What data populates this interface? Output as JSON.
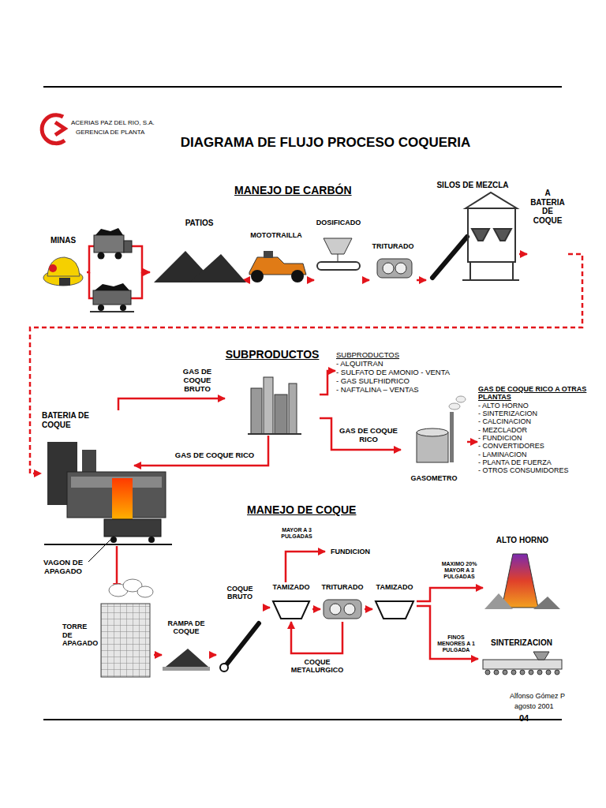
{
  "diagram": {
    "title": "DIAGRAMA DE FLUJO PROCESO COQUERIA",
    "nodes": [
      {
        "text": [
          "MINAS"
        ]
      },
      {
        "text": [
          "PATIOS"
        ]
      },
      {
        "text": [
          "MOTOTRAILLA"
        ]
      },
      {
        "text": [
          "DOSIFICADO"
        ]
      },
      {
        "text": [
          "TRITURADO"
        ]
      },
      {
        "text": [
          "SILOS DE MEZCLA"
        ]
      },
      {
        "text": [
          "A BATERIA DE COQUE"
        ]
      },
      {
        "text": [
          "BATERIA DE COQUE"
        ]
      },
      {
        "text": [
          "SUBPRODUCTOS"
        ]
      },
      {
        "text": [
          "SUBPRODUCTOS",
          "- ALQUITRAN",
          "- SULFATO DE AMONIO - VENTA",
          "- GAS SULFHIDRICO",
          "- NAFTALINA – VENTAS"
        ]
      },
      {
        "text": [
          "GASOMETRO"
        ]
      },
      {
        "text": [
          "GAS DE COQUE RICO A OTRAS PLANTAS",
          "- ALTO HORNO",
          "- SINTERIZACION",
          "- CALCINACION",
          "- MEZCLADOR",
          "- FUNDICION",
          "- CONVERTIDORES",
          "- LAMINACION",
          "- PLANTA DE FUERZA",
          "- OTROS CONSUMIDORES"
        ]
      },
      {
        "text": [
          "TORRE DE APAGADO"
        ]
      },
      {
        "text": [
          "RAMPA DE COQUE"
        ]
      },
      {
        "text": [
          "COQUE BRUTO"
        ]
      },
      {
        "text": [
          "TAMIZADO"
        ]
      },
      {
        "text": [
          "FUNDICION"
        ]
      },
      {
        "text": [
          "TRITURADO"
        ]
      },
      {
        "text": [
          "TAMIZADO"
        ]
      },
      {
        "text": [
          "ALTO HORNO"
        ]
      },
      {
        "text": [
          "SINTERIZACION"
        ]
      }
    ],
    "edges": [
      {
        "from": 0,
        "to": 1,
        "arrow": "to"
      },
      {
        "from": 1,
        "to": 2,
        "arrow": "to"
      },
      {
        "from": 2,
        "to": 3,
        "arrow": "to"
      },
      {
        "from": 3,
        "to": 4,
        "arrow": "to"
      },
      {
        "from": 4,
        "to": 5,
        "arrow": "to"
      },
      {
        "from": 5,
        "to": 6,
        "arrow": "to"
      },
      {
        "from": 6,
        "to": 7,
        "arrow": "to"
      },
      {
        "from": 7,
        "to": 8,
        "label": "GAS DE COQUE BRUTO",
        "arrow": "to"
      },
      {
        "from": 8,
        "to": 9,
        "arrow": "to"
      },
      {
        "from": 8,
        "to": 7,
        "label": "GAS DE COQUE RICO",
        "arrow": "to"
      },
      {
        "from": 8,
        "to": 10,
        "label": "GAS DE COQUE RICO",
        "arrow": "to"
      },
      {
        "from": 10,
        "to": 11,
        "arrow": "to"
      },
      {
        "from": 7,
        "to": 12,
        "arrow": "to"
      },
      {
        "from": 12,
        "to": 13,
        "arrow": "to"
      },
      {
        "from": 13,
        "to": 14,
        "arrow": "to"
      },
      {
        "from": 14,
        "to": 15,
        "arrow": "to"
      },
      {
        "from": 15,
        "to": 16,
        "label": "MAYOR A 3 PULGADAS",
        "arrow": "to"
      },
      {
        "from": 15,
        "to": 17,
        "arrow": "to"
      },
      {
        "from": 17,
        "to": 18,
        "arrow": "to"
      },
      {
        "from": 17,
        "to": 15,
        "label": "COQUE METALURGICO",
        "arrow": "to"
      },
      {
        "from": 18,
        "to": 19,
        "label": "MAXIMO 20% MAYOR A 3 PULGADAS",
        "arrow": "to"
      },
      {
        "from": 18,
        "to": 20,
        "label": "FINOS MENORES A 1 PULGADA",
        "arrow": "to"
      }
    ],
    "labels": [
      "ACERIAS PAZ DEL RIO, S.A.",
      "GERENCIA DE PLANTA",
      "MANEJO DE CARBÓN",
      "MANEJO DE COQUE",
      "VAGON DE APAGADO",
      "Alfonso Gómez P",
      "agosto 2001",
      "04"
    ]
  }
}
